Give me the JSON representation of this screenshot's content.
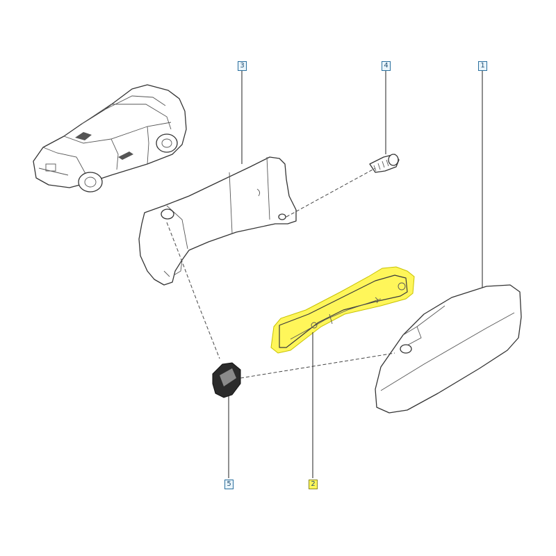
{
  "diagram": {
    "callouts": [
      {
        "id": "1",
        "label": "1",
        "highlighted": false
      },
      {
        "id": "2",
        "label": "2",
        "highlighted": true
      },
      {
        "id": "3",
        "label": "3",
        "highlighted": false
      },
      {
        "id": "4",
        "label": "4",
        "highlighted": false
      },
      {
        "id": "5",
        "label": "5",
        "highlighted": false
      }
    ],
    "colors": {
      "highlight": "#fff65a",
      "callout_border": "#2a6f9e",
      "callout_fill": "#eaf5fb",
      "line": "#333333"
    }
  }
}
